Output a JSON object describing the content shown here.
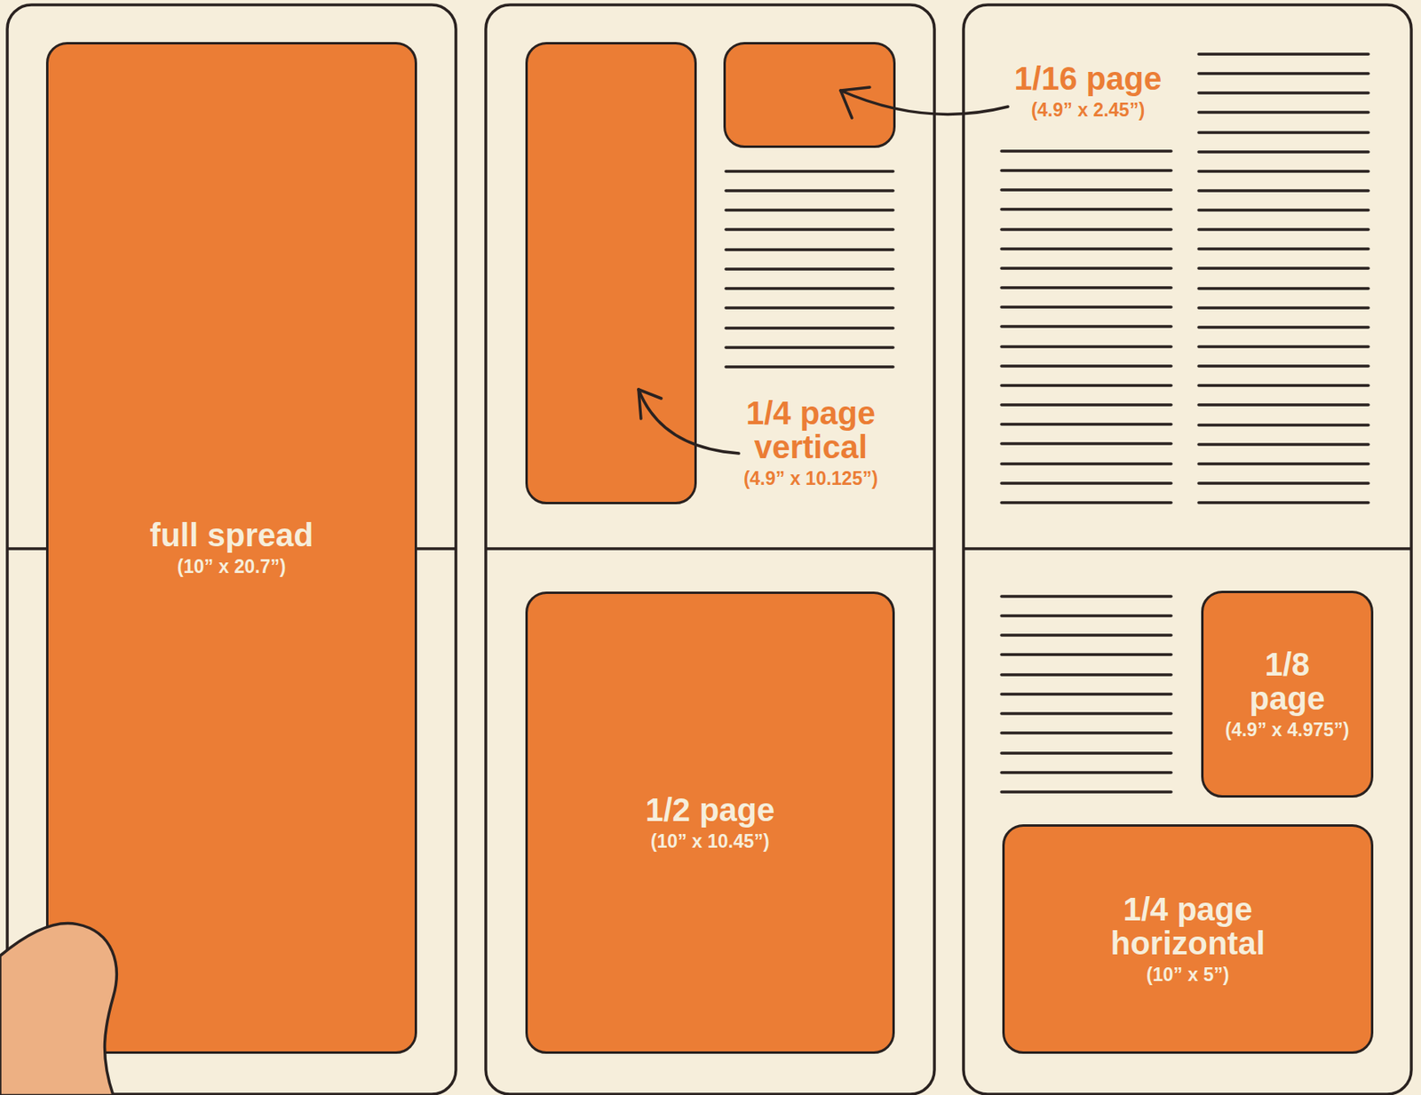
{
  "diagram": {
    "nodes": [
      {
        "text": [
          "full spread",
          "(10” x 20.7”)"
        ]
      },
      {
        "text": [
          "1/4 page vertical",
          "(4.9” x 10.125”)"
        ]
      },
      {
        "text": [
          "1/16 page",
          "(4.9” x 2.45”)"
        ]
      },
      {
        "text": [
          "1/2 page",
          "(10” x 10.45”)"
        ]
      },
      {
        "text": [
          "1/8 page",
          "(4.9” x 4.975”)"
        ]
      },
      {
        "text": [
          "1/4 page horizontal",
          "(10” x 5”)"
        ]
      }
    ]
  }
}
